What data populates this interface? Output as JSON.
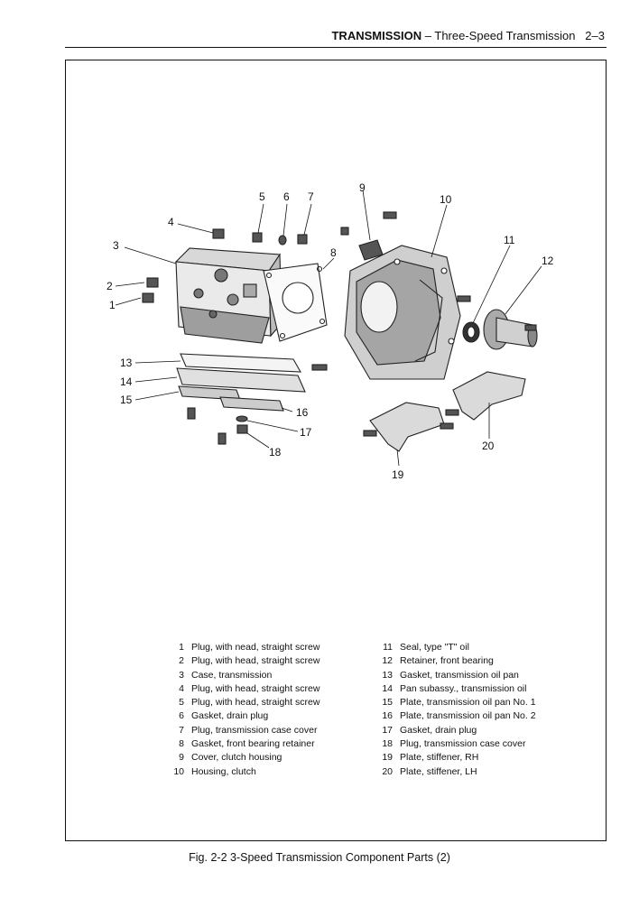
{
  "header": {
    "section": "TRANSMISSION",
    "dash": " – ",
    "title": "Three-Speed Transmission",
    "page": "2–3"
  },
  "figure": {
    "callouts": [
      "1",
      "2",
      "3",
      "4",
      "5",
      "6",
      "7",
      "8",
      "9",
      "10",
      "11",
      "12",
      "13",
      "14",
      "15",
      "16",
      "17",
      "18",
      "19",
      "20"
    ]
  },
  "parts": {
    "left": [
      {
        "num": "1",
        "label": "Plug, with nead, straight screw"
      },
      {
        "num": "2",
        "label": "Plug, with head, straight screw"
      },
      {
        "num": "3",
        "label": "Case, transmission"
      },
      {
        "num": "4",
        "label": "Plug, with head, straight screw"
      },
      {
        "num": "5",
        "label": "Plug, with head, straight screw"
      },
      {
        "num": "6",
        "label": "Gasket, drain plug"
      },
      {
        "num": "7",
        "label": "Plug, transmission case cover"
      },
      {
        "num": "8",
        "label": "Gasket, front bearing retainer"
      },
      {
        "num": "9",
        "label": "Cover, clutch housing"
      },
      {
        "num": "10",
        "label": "Housing, clutch"
      }
    ],
    "right": [
      {
        "num": "11",
        "label": "Seal, type \"T\" oil"
      },
      {
        "num": "12",
        "label": "Retainer, front bearing"
      },
      {
        "num": "13",
        "label": "Gasket, transmission oil pan"
      },
      {
        "num": "14",
        "label": "Pan subassy., transmission oil"
      },
      {
        "num": "15",
        "label": "Plate, transmission oil pan No. 1"
      },
      {
        "num": "16",
        "label": "Plate, transmission oil pan No. 2"
      },
      {
        "num": "17",
        "label": "Gasket, drain plug"
      },
      {
        "num": "18",
        "label": "Plug, transmission case cover"
      },
      {
        "num": "19",
        "label": "Plate, stiffener, RH"
      },
      {
        "num": "20",
        "label": "Plate, stiffener, LH"
      }
    ]
  },
  "caption": "Fig. 2-2  3-Speed Transmission Component Parts (2)"
}
